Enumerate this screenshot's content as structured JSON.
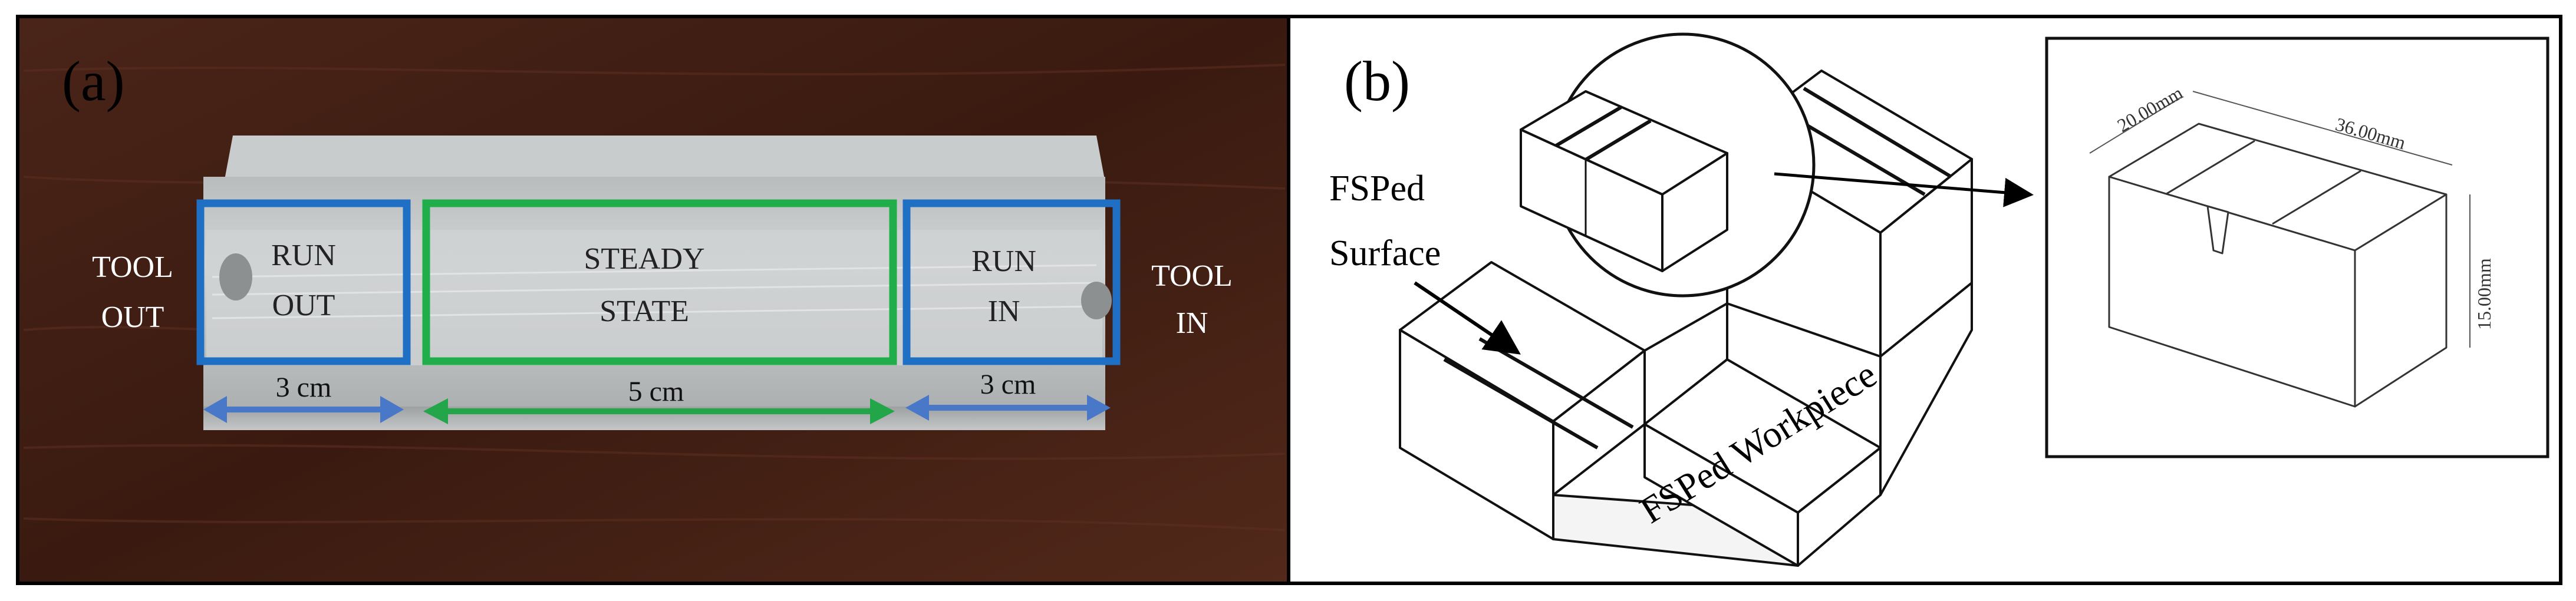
{
  "panel_a": {
    "label": "(a)",
    "tool_out": [
      "TOOL",
      "OUT"
    ],
    "tool_in": [
      "TOOL",
      "IN"
    ],
    "run_out": [
      "RUN",
      "OUT"
    ],
    "steady_state": [
      "STEADY",
      "STATE"
    ],
    "run_in": [
      "RUN",
      "IN"
    ],
    "dim_run_out": "3 cm",
    "dim_steady": "5 cm",
    "dim_run_in": "3 cm",
    "colors": {
      "run_box": "#1f6fc4",
      "steady_box": "#1fae4a",
      "arrow_blue": "#4a78c8",
      "arrow_green": "#23a64a"
    }
  },
  "panel_b": {
    "label": "(b)",
    "surface_label": [
      "FSPed",
      "Surface"
    ],
    "workpiece_label": "FSPed Workpiece",
    "dim_width": "20.00mm",
    "dim_length": "36.00mm",
    "dim_height": "15.00mm"
  }
}
